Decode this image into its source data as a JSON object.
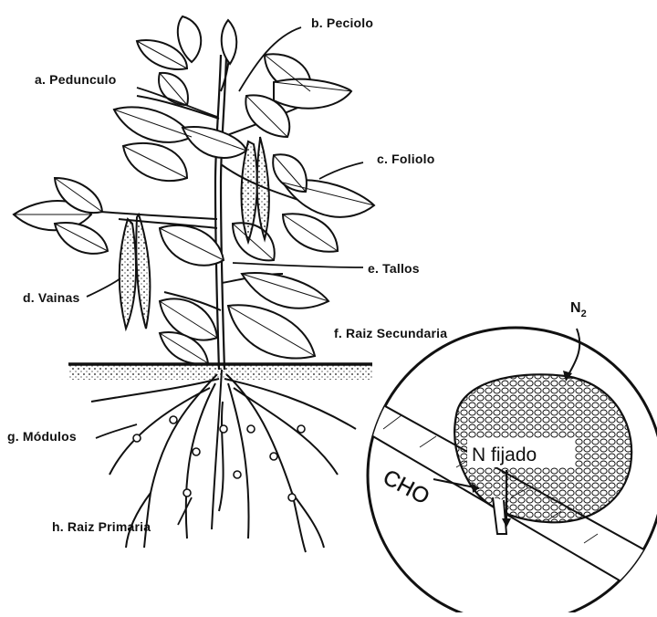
{
  "labels": {
    "pedunculo": "a. Pedunculo",
    "peciolo": "b. Peciolo",
    "foliolo": "c. Foliolo",
    "vainas": "d. Vainas",
    "tallos": "e. Tallos",
    "raiz_secundaria": "f. Raiz Secundaria",
    "modulos": "g. Módulos",
    "raiz_primaria": "h. Raiz Primaria"
  },
  "inset": {
    "n2": "N",
    "n2_subscript": "2",
    "n_fijado": "N fijado",
    "cho": "CHO"
  },
  "colors": {
    "ink": "#111111",
    "paper": "#ffffff"
  }
}
